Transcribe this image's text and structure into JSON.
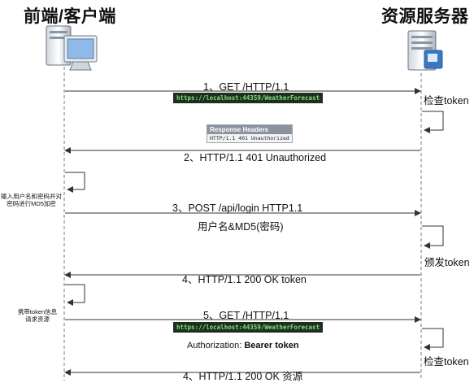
{
  "titles": {
    "client": "前端/客户端",
    "server": "资源服务器"
  },
  "messages": {
    "m1": "1、GET /HTTP/1.1",
    "m1_url": "https://localhost:44359/WeatherForecast",
    "check1": "检查token",
    "response_headers_title": "Response Headers",
    "response_headers_body": "HTTP/1.1 401 Unauthorized",
    "m2": "2、HTTP/1.1 401 Unauthorized",
    "client_note1": "输入用户名和密码并对密码进行MD5加密",
    "m3": "3、POST /api/login HTTP1.1",
    "m3_body": "用户名&MD5(密码)",
    "issue_token": "颁发token",
    "m4": "4、HTTP/1.1 200 OK token",
    "client_note2": "携带token信息请求资源",
    "m5": "5、GET /HTTP/1.1",
    "m5_url": "https://localhost:44359/WeatherForecast",
    "auth_prefix": "Authorization: ",
    "auth_value": "Bearer token",
    "check2": "检查token",
    "m6": "4、HTTP/1.1 200 OK 资源"
  }
}
